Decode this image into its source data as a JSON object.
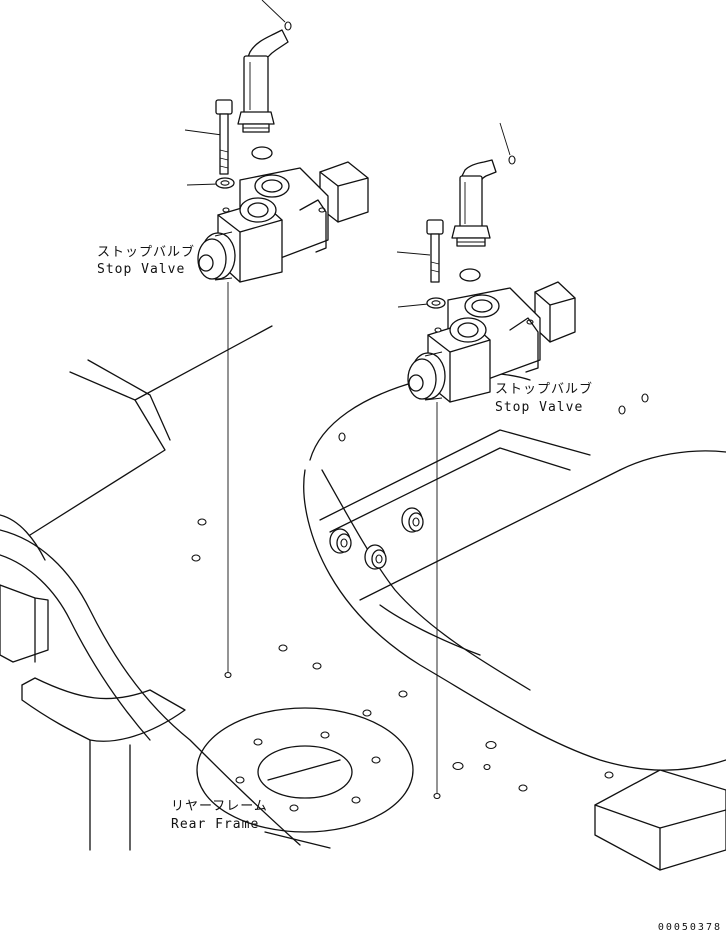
{
  "labels": {
    "stop_valve_left_jp": "ストップバルブ",
    "stop_valve_left_en": "Stop Valve",
    "stop_valve_right_jp": "ストップバルブ",
    "stop_valve_right_en": "Stop Valve",
    "rear_frame_jp": "リヤーフレーム",
    "rear_frame_en": "Rear Frame"
  },
  "drawing_code": "00050378"
}
